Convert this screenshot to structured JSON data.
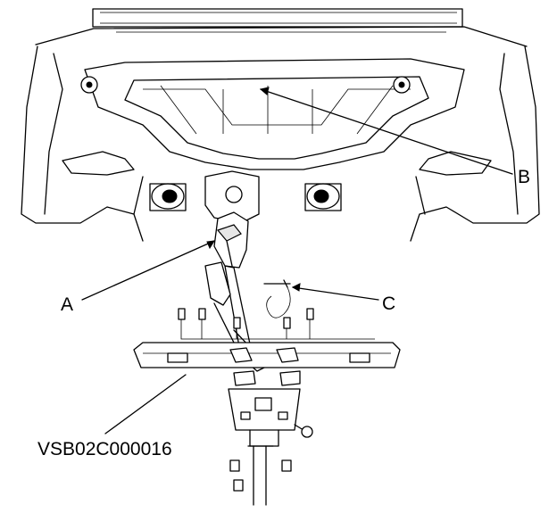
{
  "figure": {
    "callouts": [
      {
        "id": "A",
        "label": "A"
      },
      {
        "id": "B",
        "label": "B"
      },
      {
        "id": "C",
        "label": "C"
      }
    ],
    "figure_id": "VSB02C000016"
  }
}
